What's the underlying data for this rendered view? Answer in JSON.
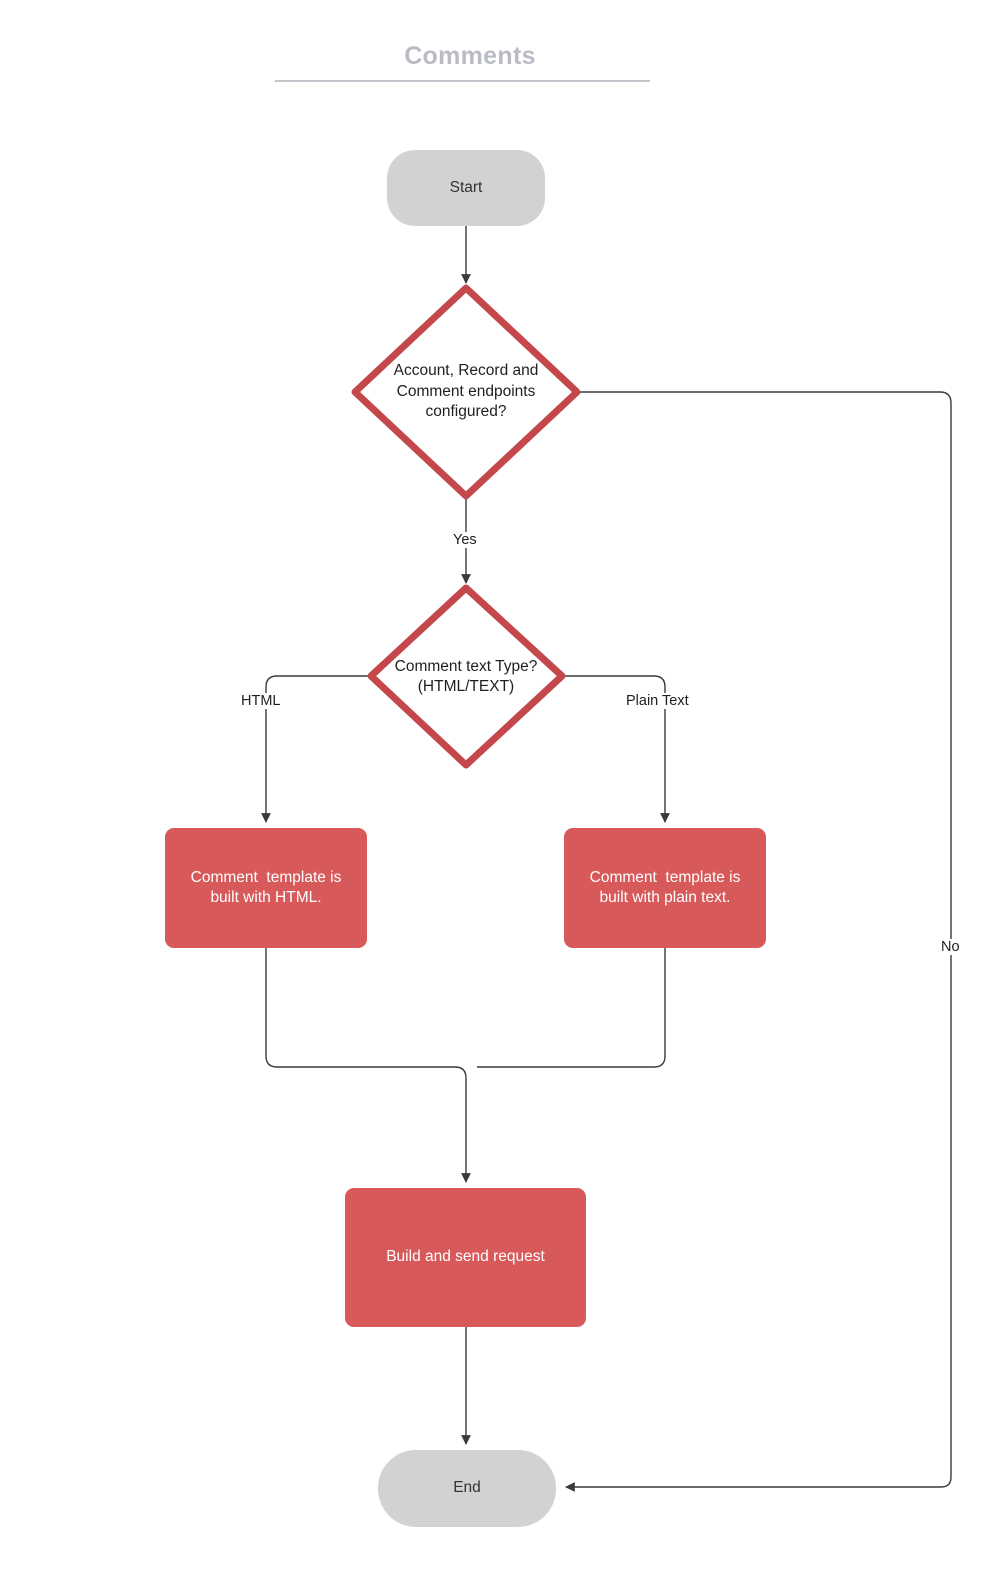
{
  "title": {
    "text": "Comments"
  },
  "colors": {
    "decision_stroke": "#c4484b",
    "process_fill": "#d8595a",
    "terminator_fill": "#d2d2d3",
    "edge_stroke": "#3a3a3a",
    "title_text": "#b9bcc4",
    "process_text": "#ffffff",
    "node_text": "#333333"
  },
  "chart_data": {
    "type": "flowchart",
    "title": "Comments",
    "nodes": [
      {
        "id": "start",
        "shape": "terminator",
        "label": "Start"
      },
      {
        "id": "d1",
        "shape": "decision",
        "label": "Account, Record and\nComment endpoints\nconfigured?"
      },
      {
        "id": "d2",
        "shape": "decision",
        "label": "Comment text Type?\n(HTML/TEXT)"
      },
      {
        "id": "html_box",
        "shape": "process",
        "label": "Comment  template is\nbuilt with HTML."
      },
      {
        "id": "text_box",
        "shape": "process",
        "label": "Comment  template is\nbuilt with plain text."
      },
      {
        "id": "build_send",
        "shape": "process",
        "label": "Build and send request"
      },
      {
        "id": "end",
        "shape": "terminator",
        "label": "End"
      }
    ],
    "edges": [
      {
        "from": "start",
        "to": "d1",
        "label": ""
      },
      {
        "from": "d1",
        "to": "d2",
        "label": "Yes"
      },
      {
        "from": "d1",
        "to": "end",
        "label": "No"
      },
      {
        "from": "d2",
        "to": "html_box",
        "label": "HTML"
      },
      {
        "from": "d2",
        "to": "text_box",
        "label": "Plain Text"
      },
      {
        "from": "html_box",
        "to": "build_send",
        "label": ""
      },
      {
        "from": "text_box",
        "to": "build_send",
        "label": ""
      },
      {
        "from": "build_send",
        "to": "end",
        "label": ""
      }
    ]
  },
  "nodes": {
    "start": "Start",
    "decision_endpoints": "Account, Record and\nComment endpoints\nconfigured?",
    "decision_text_type": "Comment text Type?\n(HTML/TEXT)",
    "process_html": "Comment  template is\nbuilt with HTML.",
    "process_plain": "Comment  template is\nbuilt with plain text.",
    "process_build_send": "Build and send request",
    "end": "End"
  },
  "edge_labels": {
    "yes": "Yes",
    "no": "No",
    "html": "HTML",
    "plain_text": "Plain Text"
  }
}
